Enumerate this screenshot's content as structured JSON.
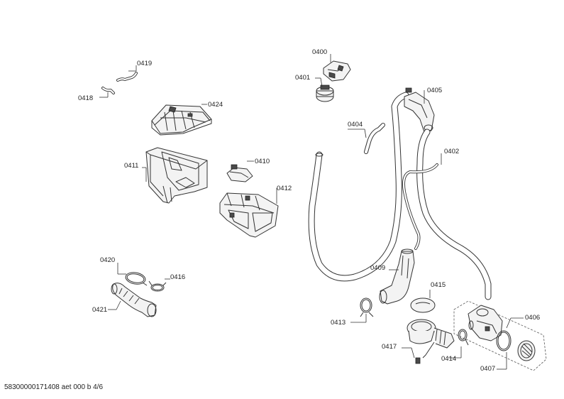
{
  "labels": {
    "p0400": "0400",
    "p0401": "0401",
    "p0402": "0402",
    "p0404": "0404",
    "p0405": "0405",
    "p0406": "0406",
    "p0407": "0407",
    "p0409": "0409",
    "p0410": "0410",
    "p0411": "0411",
    "p0412": "0412",
    "p0413": "0413",
    "p0414": "0414",
    "p0415": "0415",
    "p0416": "0416",
    "p0417": "0417",
    "p0418": "0418",
    "p0419": "0419",
    "p0420": "0420",
    "p0421": "0421",
    "p0424": "0424"
  },
  "footer": "58300000171408 aet 000 b 4/6"
}
